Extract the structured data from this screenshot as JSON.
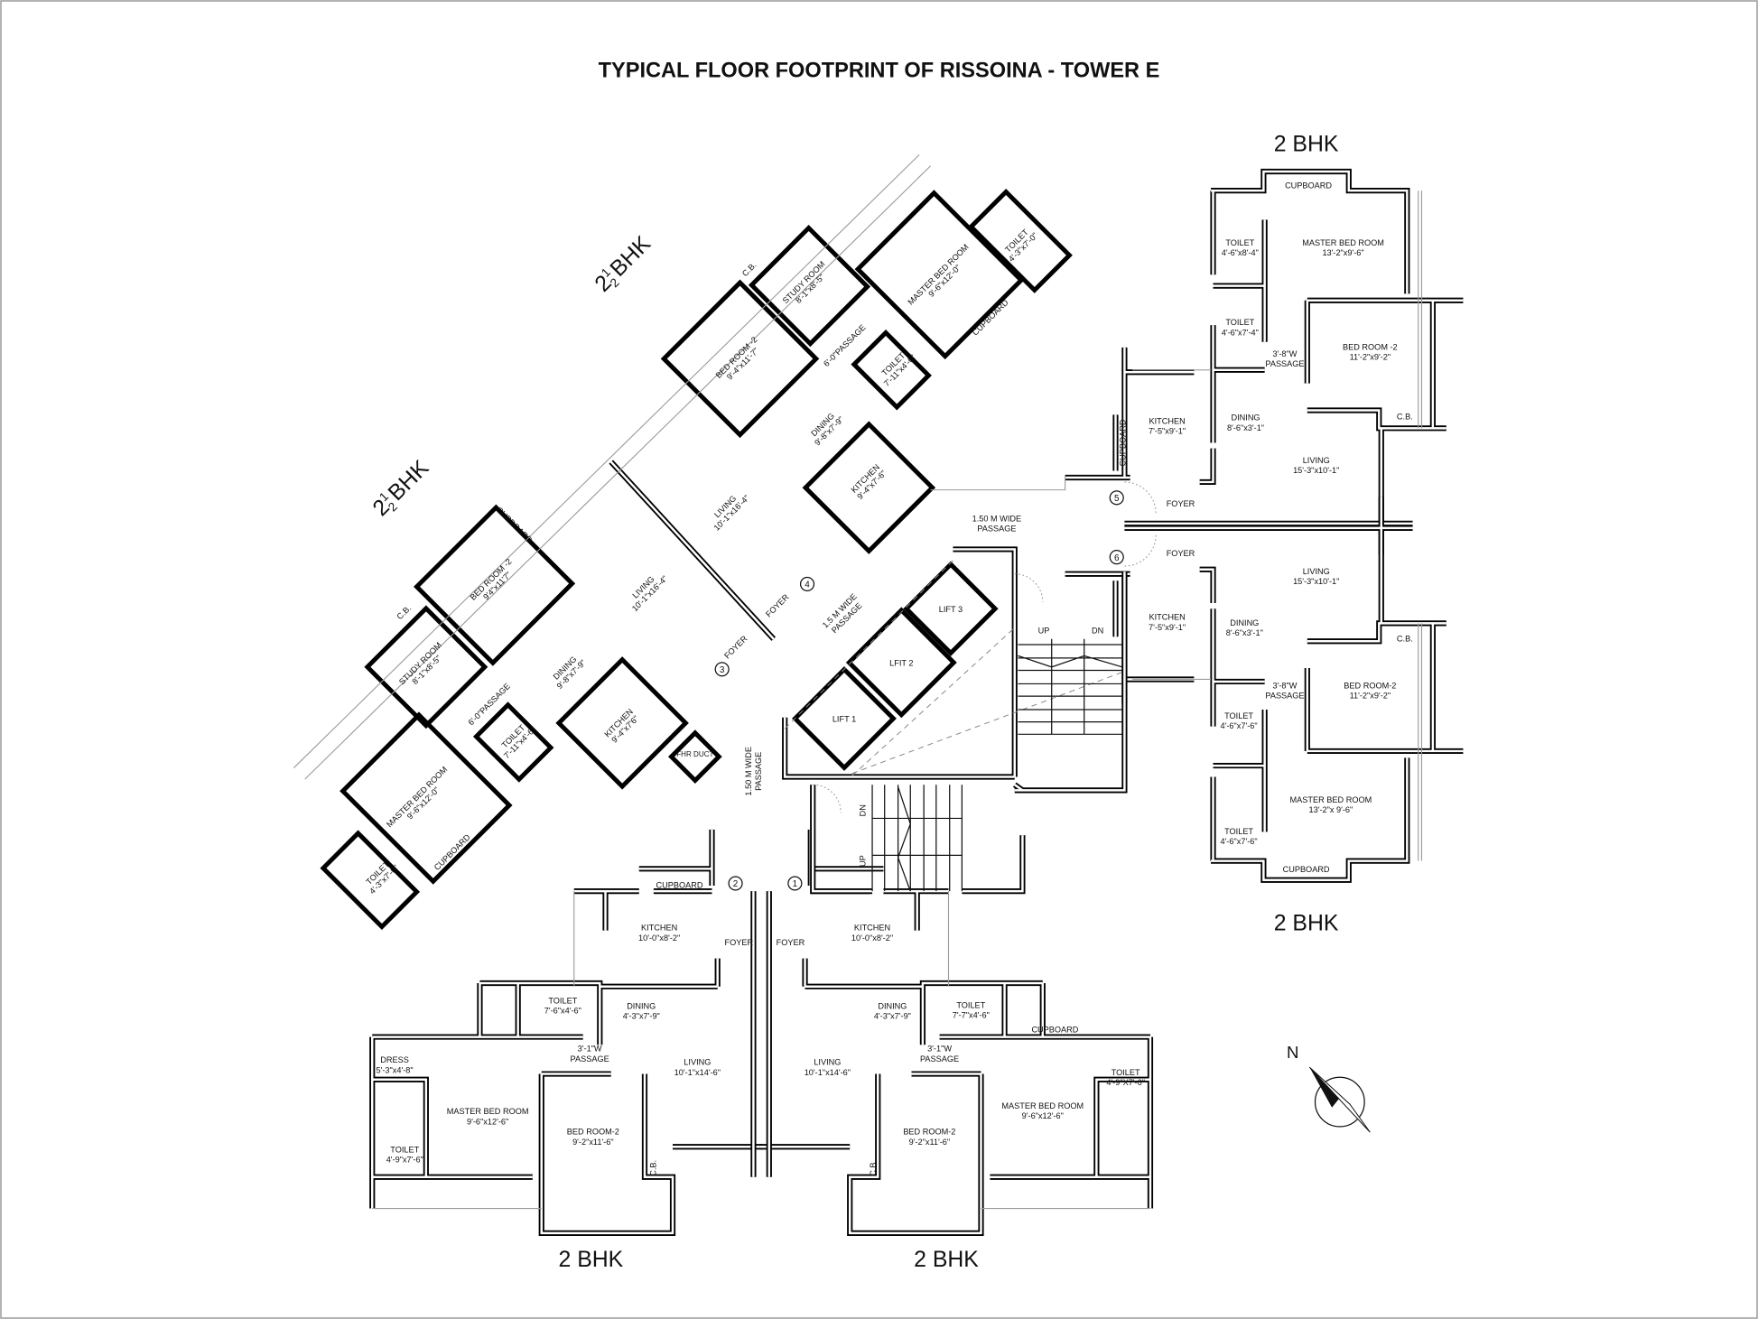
{
  "title": "TYPICAL FLOOR FOOTPRINT OF RISSOINA - TOWER E",
  "compass": {
    "label": "N",
    "icon": "north-arrow-icon"
  },
  "units": [
    {
      "label": "2 BHK",
      "entrance": "5",
      "rooms": [
        {
          "name": "CUPBOARD"
        },
        {
          "name": "TOILET",
          "size": "4'-6\"x8'-4\""
        },
        {
          "name": "MASTER BED ROOM",
          "size": "13'-2\"x9'-6\""
        },
        {
          "name": "TOILET",
          "size": "4'-6\"x7'-4\""
        },
        {
          "name": "PASSAGE",
          "size": "3'-8\"W"
        },
        {
          "name": "BED ROOM -2",
          "size": "11'-2\"x9'-2\""
        },
        {
          "name": "C.B."
        },
        {
          "name": "KITCHEN",
          "size": "7'-5\"x9'-1\""
        },
        {
          "name": "CUPBOARD"
        },
        {
          "name": "DINING",
          "size": "8'-6\"x3'-1\""
        },
        {
          "name": "LIVING",
          "size": "15'-3\"x10'-1\""
        },
        {
          "name": "FOYER"
        }
      ]
    },
    {
      "label": "2 BHK",
      "entrance": "6",
      "rooms": [
        {
          "name": "LIVING",
          "size": "15'-3\"x10'-1\""
        },
        {
          "name": "KITCHEN",
          "size": "7'-5\"x9'-1\""
        },
        {
          "name": "DINING",
          "size": "8'-6\"x3'-1\""
        },
        {
          "name": "C.B."
        },
        {
          "name": "PASSAGE",
          "size": "3'-8\"W"
        },
        {
          "name": "BED ROOM-2",
          "size": "11'-2\"x9'-2\""
        },
        {
          "name": "TOILET",
          "size": "4'-6\"x7'-6\""
        },
        {
          "name": "MASTER BED ROOM",
          "size": "13'-2\"x 9'-6\""
        },
        {
          "name": "TOILET",
          "size": "4'-6\"x7'-6\""
        },
        {
          "name": "CUPBOARD"
        },
        {
          "name": "FOYER"
        }
      ]
    },
    {
      "label": {
        "whole": "2",
        "num": "1",
        "den": "2",
        "suffix": "BHK"
      },
      "entrance": "4",
      "rooms": [
        {
          "name": "C.B."
        },
        {
          "name": "STUDY ROOM",
          "size": "8'-1\"x8'-5\""
        },
        {
          "name": "MASTER BED ROOM",
          "size": "9'-6\"x12'-0\""
        },
        {
          "name": "TOILET",
          "size": "4'-3\"x7'-0\""
        },
        {
          "name": "CUPBOARD"
        },
        {
          "name": "BED ROOM -2",
          "size": "9'-4\"x11'-7\""
        },
        {
          "name": "6'-0\"PASSAGE"
        },
        {
          "name": "TOILET",
          "size": "7'-11\"x4'-6\""
        },
        {
          "name": "DINING",
          "size": "9'-8\"x7'-9\""
        },
        {
          "name": "KITCHEN",
          "size": "9'-4\"x7'-6\""
        },
        {
          "name": "LIVING",
          "size": "10'-1\"x16'-4\""
        },
        {
          "name": "FOYER"
        }
      ]
    },
    {
      "label": {
        "whole": "2",
        "num": "1",
        "den": "2",
        "suffix": "BHK"
      },
      "entrance": "3",
      "rooms": [
        {
          "name": "CUPBOARD"
        },
        {
          "name": "BED ROOM -2",
          "size": "9'4\"x11'7\""
        },
        {
          "name": "C.B."
        },
        {
          "name": "STUDY ROOM",
          "size": "8'-1\"x8'-5\""
        },
        {
          "name": "LIVING",
          "size": "10'-1\"x16'-4\""
        },
        {
          "name": "DINING",
          "size": "9'-8\"x7'-9\""
        },
        {
          "name": "6'-0\"PASSAGE"
        },
        {
          "name": "TOILET",
          "size": "7'-11\"x4'-6\""
        },
        {
          "name": "KITCHEN",
          "size": "9'-4\"x7'6\""
        },
        {
          "name": "MASTER BED ROOM",
          "size": "9'-6\"x12'-0\""
        },
        {
          "name": "CUPBOARD"
        },
        {
          "name": "TOILET",
          "size": "4'-3\"x7'-0\""
        },
        {
          "name": "FOYER"
        }
      ]
    },
    {
      "label": "2 BHK",
      "entrance": "2",
      "rooms": [
        {
          "name": "CUPBOARD"
        },
        {
          "name": "KITCHEN",
          "size": "10'-0\"x8'-2\""
        },
        {
          "name": "FOYER"
        },
        {
          "name": "TOILET",
          "size": "7'-6\"x4'-6\""
        },
        {
          "name": "DINING",
          "size": "4'-3\"x7'-9\""
        },
        {
          "name": "PASSAGE",
          "size": "3'-1\"W"
        },
        {
          "name": "DRESS",
          "size": "5'-3\"x4'-8\""
        },
        {
          "name": "LIVING",
          "size": "10'-1\"x14'-6\""
        },
        {
          "name": "MASTER BED ROOM",
          "size": "9'-6\"x12'-6\""
        },
        {
          "name": "BED ROOM-2",
          "size": "9'-2\"x11'-6\""
        },
        {
          "name": "TOILET",
          "size": "4'-9\"x7'-6\""
        },
        {
          "name": "C.B."
        }
      ]
    },
    {
      "label": "2 BHK",
      "entrance": "1",
      "rooms": [
        {
          "name": "FOYER"
        },
        {
          "name": "KITCHEN",
          "size": "10'-0\"x8'-2\""
        },
        {
          "name": "DINING",
          "size": "4'-3\"x7'-9\""
        },
        {
          "name": "TOILET",
          "size": "7'-7\"x4'-6\""
        },
        {
          "name": "CUPBOARD"
        },
        {
          "name": "PASSAGE",
          "size": "3'-1\"W"
        },
        {
          "name": "LIVING",
          "size": "10'-1\"x14'-6\""
        },
        {
          "name": "TOILET",
          "size": "4'-9\"X7'-6\""
        },
        {
          "name": "MASTER BED ROOM",
          "size": "9'-6\"x12'-6\""
        },
        {
          "name": "BED ROOM-2",
          "size": "9'-2\"x11'-6\""
        },
        {
          "name": "C.B."
        }
      ]
    }
  ],
  "core": {
    "passage_upper": {
      "line1": "1.50 M WIDE",
      "line2": "PASSAGE"
    },
    "passage_diag": {
      "line1": "1.5 M WIDE",
      "line2": "PASSAGE"
    },
    "passage_vertical": {
      "line1": "1.50 M WIDE",
      "line2": "PASSAGE"
    },
    "lifts": [
      "LIFT 1",
      "LFIT 2",
      "LIFT 3"
    ],
    "stair_main": {
      "up": "UP",
      "dn": "DN"
    },
    "stair_lower": {
      "up": "UP",
      "dn": "DN"
    },
    "duct": "FHR DUCT"
  }
}
